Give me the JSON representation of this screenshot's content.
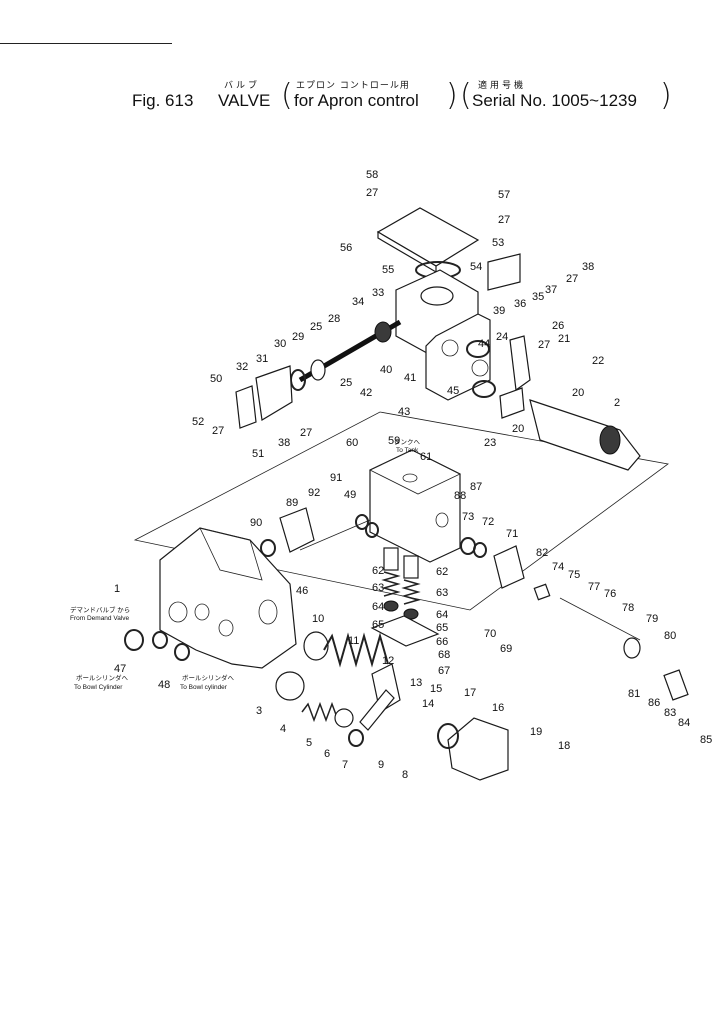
{
  "header": {
    "fig_label": "Fig. 613",
    "title_jp": "バルブ",
    "title_en": "VALVE",
    "usage_jp": "エプロン コントロール用",
    "usage_en": "for Apron control",
    "serial_jp": "適用号機",
    "serial_en": "Serial No. 1005~1239"
  },
  "notes": {
    "tank_jp": "タンクへ",
    "tank_en": "To Tank",
    "demand_jp": "デマンドバルブ から",
    "demand_en": "From Demand Valve",
    "bowl1_jp": "ボールシリンダへ",
    "bowl1_en": "To Bowl Cylinder",
    "bowl2_jp": "ボールシリンダへ",
    "bowl2_en": "To Bowl cylinder"
  },
  "callouts": [
    "58",
    "27",
    "57",
    "27",
    "56",
    "53",
    "55",
    "54",
    "38",
    "27",
    "37",
    "35",
    "36",
    "39",
    "34",
    "33",
    "28",
    "29",
    "25",
    "30",
    "31",
    "32",
    "50",
    "52",
    "27",
    "38",
    "27",
    "51",
    "25",
    "40",
    "41",
    "42",
    "43",
    "44",
    "45",
    "26",
    "24",
    "27",
    "21",
    "22",
    "20",
    "20",
    "23",
    "2",
    "60",
    "59",
    "61",
    "87",
    "88",
    "91",
    "92",
    "89",
    "90",
    "49",
    "73",
    "72",
    "71",
    "62",
    "63",
    "64",
    "65",
    "62",
    "63",
    "64",
    "65",
    "66",
    "68",
    "67",
    "1",
    "46",
    "10",
    "11",
    "12",
    "13",
    "15",
    "14",
    "17",
    "16",
    "3",
    "4",
    "5",
    "6",
    "7",
    "9",
    "8",
    "19",
    "18",
    "82",
    "74",
    "75",
    "77",
    "76",
    "78",
    "79",
    "70",
    "69",
    "80",
    "81",
    "86",
    "83",
    "84",
    "85",
    "47",
    "48"
  ]
}
